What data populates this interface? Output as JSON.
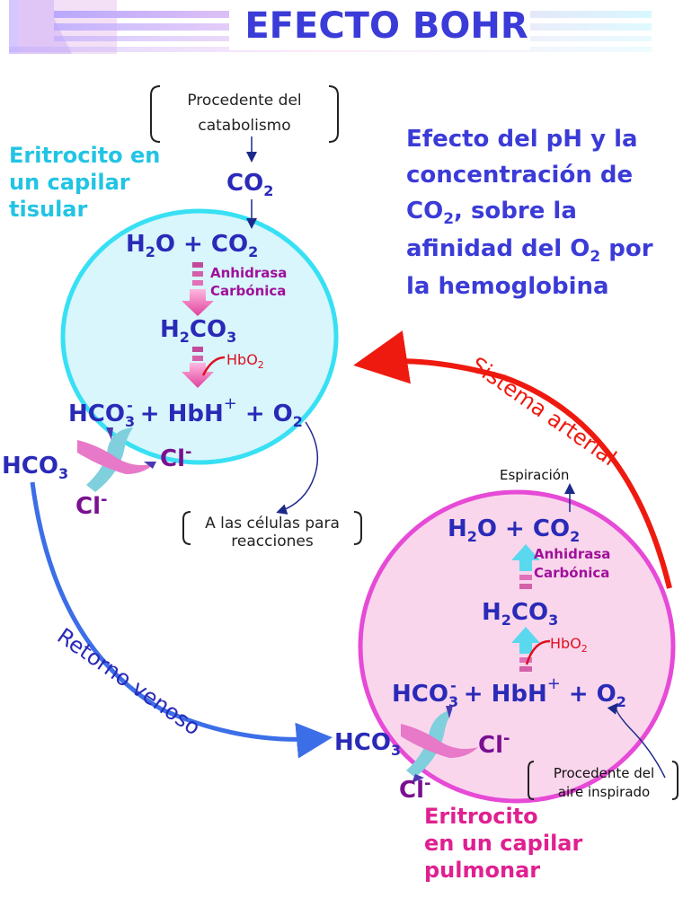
{
  "title": "EFECTO BOHR",
  "description": {
    "line1": "Efecto del pH y la",
    "line2": "concentración de",
    "line3_pre": "CO",
    "line3_sub": "2",
    "line3_post": ", sobre la",
    "line4_pre": "afinidad del O",
    "line4_sub": "2",
    "line4_post": " por",
    "line5": "la hemoglobina"
  },
  "tissue": {
    "label_line1": "Eritrocito en",
    "label_line2": "un capilar",
    "label_line3": "tisular",
    "source_line1": "Procedente del",
    "source_line2": "catabolismo",
    "co2": "CO",
    "co2_sub": "2",
    "reaction1": "H2O + CO2",
    "enzyme_line1": "Anhidrasa",
    "enzyme_line2": "Carbónica",
    "reaction2": "H2CO3",
    "hbo2": "HbO",
    "hbo2_sub": "2",
    "reaction3": "HCO3- + HbH+ + O2",
    "destination_line1": "A las células para",
    "destination_line2": "reacciones",
    "hco3": "HCO",
    "hco3_sub": "3",
    "cl": "Cl",
    "cl_sup": "-"
  },
  "lung": {
    "label_line1": "Eritrocito",
    "label_line2": "en un capilar",
    "label_line3": "pulmonar",
    "expiration": "Espiración",
    "reaction1": "H2O + CO2",
    "enzyme_line1": "Anhidrasa",
    "enzyme_line2": "Carbónica",
    "reaction2": "H2CO3",
    "hbo2": "HbO",
    "hbo2_sub": "2",
    "reaction3": "HCO3- + HbH+ + O2",
    "source_line1": "Procedente del",
    "source_line2": "aire inspirado",
    "hco3": "HCO",
    "hco3_sub": "3",
    "cl": "Cl",
    "cl_sup": "-"
  },
  "arrows": {
    "arterial": "Sistema arterial",
    "venous": "Retorno venoso"
  },
  "colors": {
    "title": "#3b3bd8",
    "tissue_cell_fill": "#d8f6fb",
    "tissue_cell_stroke": "#38e0f4",
    "lung_cell_fill": "#f9d6ec",
    "lung_cell_stroke": "#e64ad6",
    "arterial_arrow": "#ee1a10",
    "venous_arrow": "#3c6ee8"
  }
}
